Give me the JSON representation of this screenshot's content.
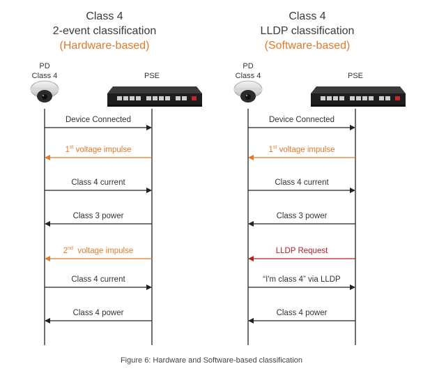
{
  "caption": "Figure 6: Hardware and Software-based classification",
  "colors": {
    "line": "#222222",
    "orange": "#e07a2b",
    "red": "#b3202a"
  },
  "left": {
    "title_line1": "Class 4",
    "title_line2": "2-event classification",
    "title_line3_open": "(",
    "title_line3_accent": "Hardware-based",
    "title_line3_close": ")",
    "pd_label_line1": "PD",
    "pd_label_line2": "Class 4",
    "pse_label": "PSE",
    "messages": [
      {
        "text": "Device Connected",
        "dir": "right",
        "color": "dark"
      },
      {
        "text": "1st voltage impulse",
        "base": "1",
        "sup": "st",
        "rest": " voltage impulse",
        "dir": "left",
        "color": "orange"
      },
      {
        "text": "Class 4 current",
        "dir": "right",
        "color": "dark"
      },
      {
        "text": "Class 3 power",
        "dir": "left",
        "color": "dark"
      },
      {
        "text": "2nd voltage impulse",
        "base": "2",
        "sup": "nd",
        "rest": "  voltage impulse",
        "dir": "left",
        "color": "orange"
      },
      {
        "text": "Class 4 current",
        "dir": "right",
        "color": "dark"
      },
      {
        "text": "Class 4 power",
        "dir": "left",
        "color": "dark"
      }
    ]
  },
  "right": {
    "title_line1": "Class 4",
    "title_line2": "LLDP classification",
    "title_line3_open": "(",
    "title_line3_accent": "Software-based",
    "title_line3_close": ")",
    "pd_label_line1": "PD",
    "pd_label_line2": "Class 4",
    "pse_label": "PSE",
    "messages": [
      {
        "text": "Device Connected",
        "dir": "right",
        "color": "dark"
      },
      {
        "text": "1st voltage impulse",
        "base": "1",
        "sup": "st",
        "rest": " voltage impulse",
        "dir": "left",
        "color": "orange"
      },
      {
        "text": "Class 4 current",
        "dir": "right",
        "color": "dark"
      },
      {
        "text": "Class 3 power",
        "dir": "left",
        "color": "dark"
      },
      {
        "text": "LLDP Request",
        "dir": "left",
        "color": "red"
      },
      {
        "text": "“I'm class 4” via LLDP",
        "dir": "right",
        "color": "dark"
      },
      {
        "text": "Class 4 power",
        "dir": "left",
        "color": "dark"
      }
    ]
  }
}
